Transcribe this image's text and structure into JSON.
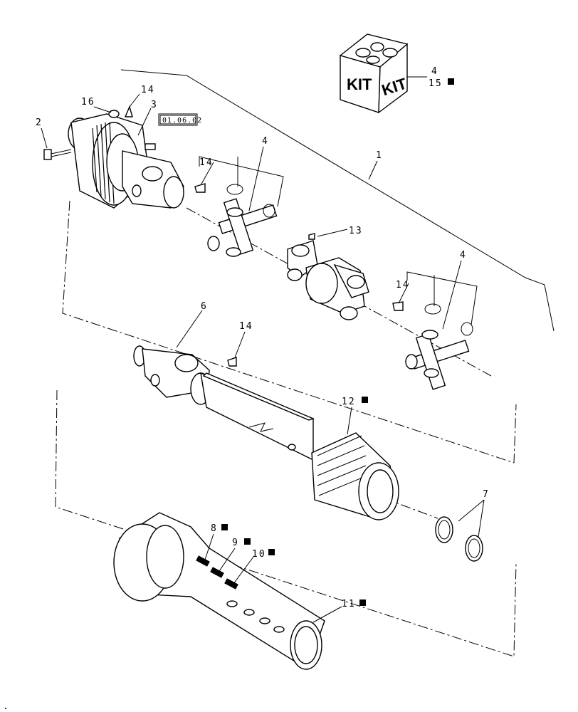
{
  "diagram": {
    "labels": {
      "1": "1",
      "2": "2",
      "3": "3",
      "4a": "4",
      "4b": "4",
      "4c": "4",
      "6": "6",
      "7": "7",
      "8": "8",
      "9": "9",
      "10": "10",
      "11": "11",
      "12": "12",
      "13": "13",
      "14a": "14",
      "14b": "14",
      "14c": "14",
      "14d": "14",
      "15": "15",
      "16": "16"
    },
    "reference_box": "01.06.02",
    "kit_text": "KIT",
    "footnote_mark": "."
  }
}
